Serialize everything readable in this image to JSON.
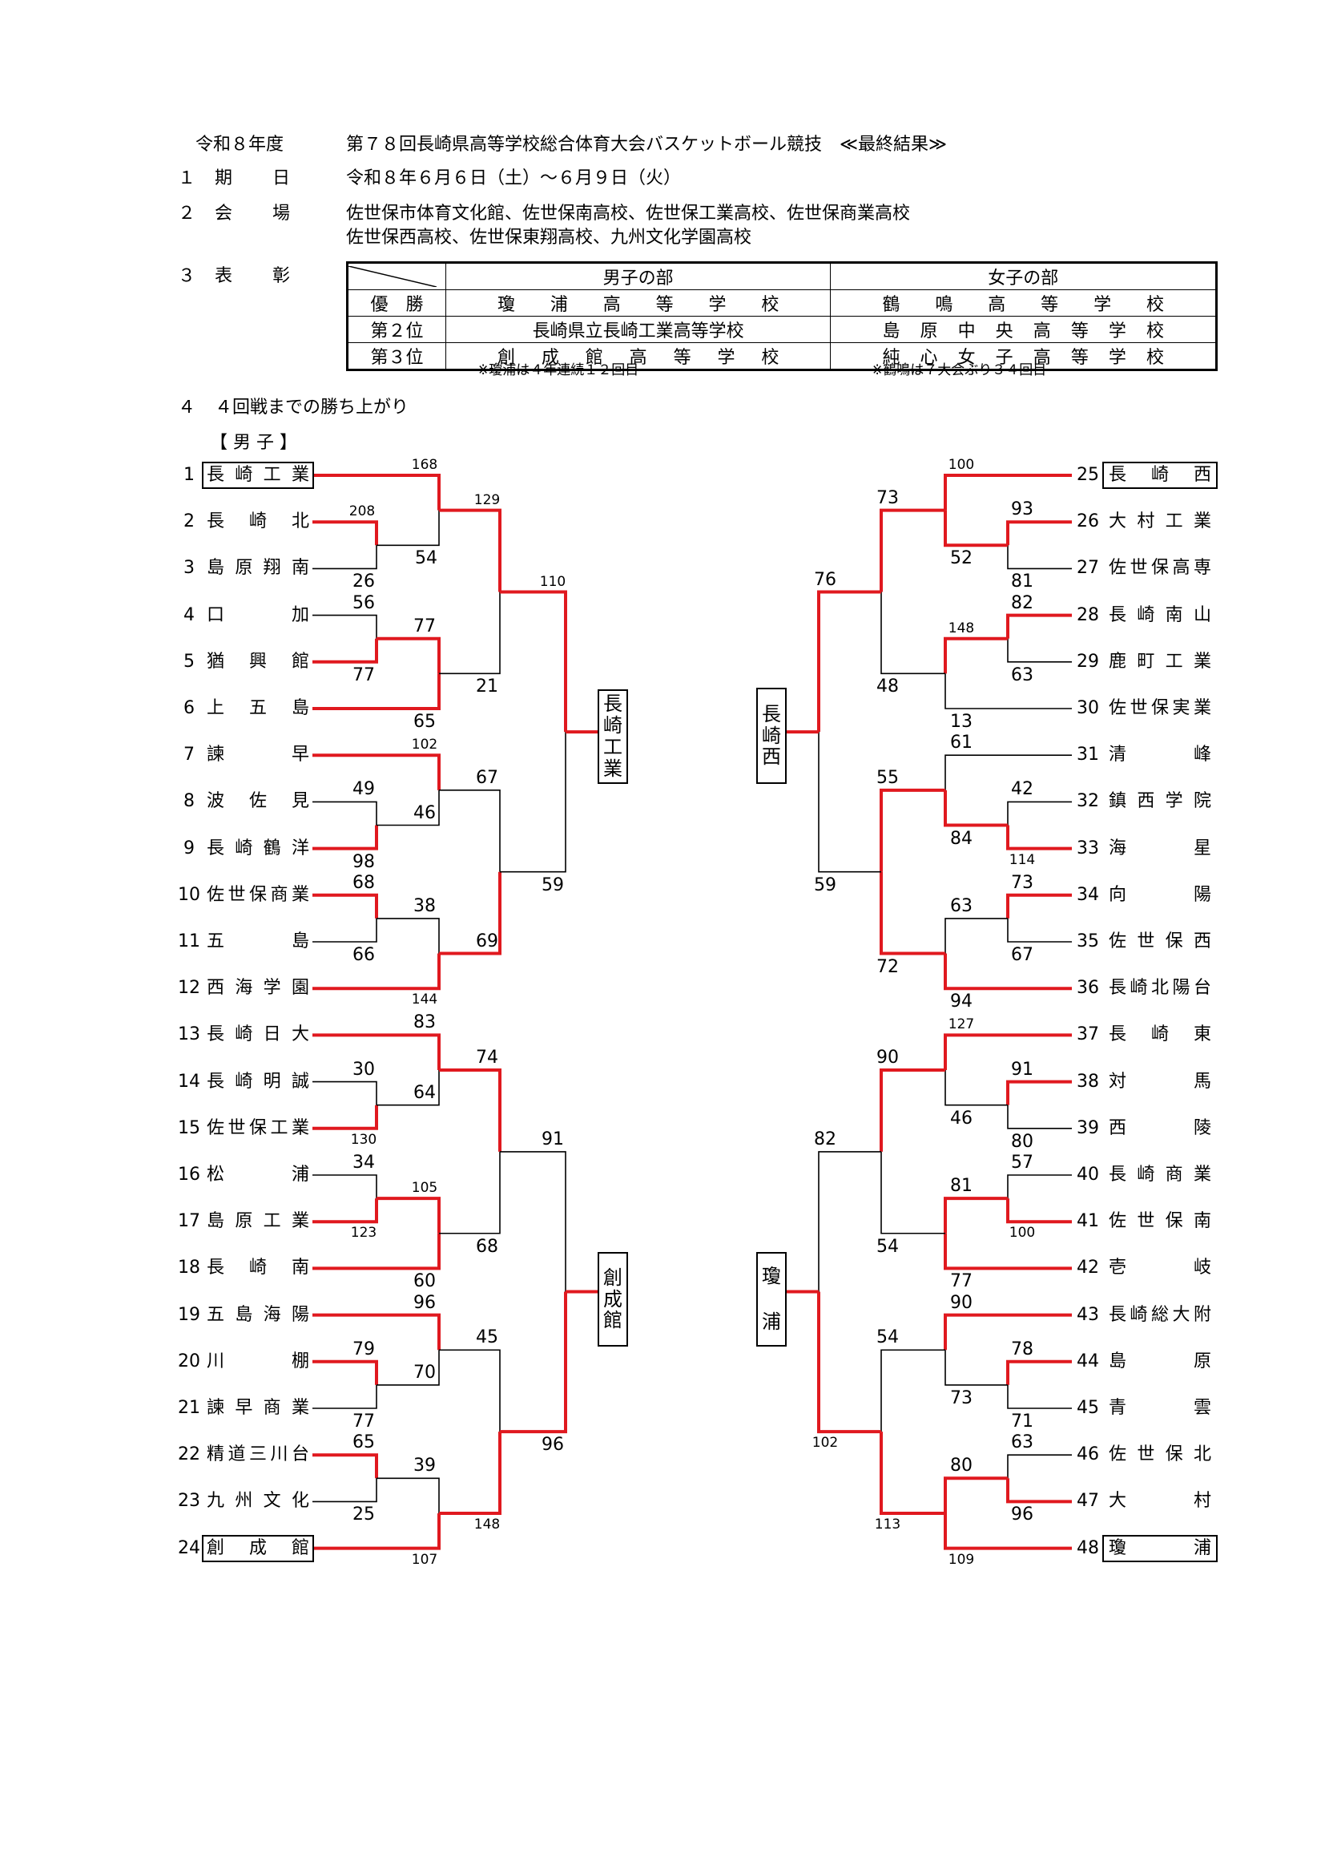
{
  "header": {
    "era": "令和８年度",
    "title": "第７８回長崎県高等学校総合体育大会バスケットボール競技　≪最終結果≫"
  },
  "sections": [
    {
      "no": "１",
      "label": "期　日",
      "lines": [
        "令和８年６月６日（土）～６月９日（火）"
      ]
    },
    {
      "no": "２",
      "label": "会　場",
      "lines": [
        "佐世保市体育文化館、佐世保南高校、佐世保工業高校、佐世保商業高校",
        "佐世保西高校、佐世保東翔高校、九州文化学園高校"
      ]
    },
    {
      "no": "３",
      "label": "表　彰",
      "lines": []
    }
  ],
  "awards": {
    "col_boys": "男子の部",
    "col_girls": "女子の部",
    "rows": [
      {
        "label": "優　勝",
        "boys": [
          "瓊",
          "浦",
          "高",
          "等",
          "学",
          "校"
        ],
        "girls": [
          "鶴",
          "鳴",
          "高",
          "等",
          "学",
          "校"
        ]
      },
      {
        "label": "第２位",
        "boys": [
          "長崎県立長崎工業高等学校"
        ],
        "girls": [
          "島",
          "原",
          "中",
          "央",
          "高",
          "等",
          "学",
          "校"
        ]
      },
      {
        "label": "第３位",
        "boys": [
          "創",
          "成",
          "館",
          "高",
          "等",
          "学",
          "校"
        ],
        "girls": [
          "純",
          "心",
          "女",
          "子",
          "高",
          "等",
          "学",
          "校"
        ]
      }
    ],
    "note_boys": "※瓊浦は４年連続１２回目",
    "note_girls": "※鶴鳴は７大会ぶり３４回目"
  },
  "section4": {
    "no": "４",
    "label": "４回戦までの勝ち上がり"
  },
  "bracket_title": "【 男 子 】",
  "teams_left": [
    {
      "no": "1",
      "name": [
        "長",
        "崎",
        "工",
        "業"
      ],
      "boxed": true
    },
    {
      "no": "2",
      "name": [
        "長",
        "崎",
        "北"
      ]
    },
    {
      "no": "3",
      "name": [
        "島",
        "原",
        "翔",
        "南"
      ]
    },
    {
      "no": "4",
      "name": [
        "口",
        "加"
      ]
    },
    {
      "no": "5",
      "name": [
        "猶",
        "興",
        "館"
      ]
    },
    {
      "no": "6",
      "name": [
        "上",
        "五",
        "島"
      ]
    },
    {
      "no": "7",
      "name": [
        "諫",
        "早"
      ]
    },
    {
      "no": "8",
      "name": [
        "波",
        "佐",
        "見"
      ]
    },
    {
      "no": "9",
      "name": [
        "長",
        "崎",
        "鶴",
        "洋"
      ]
    },
    {
      "no": "10",
      "name": [
        "佐",
        "世",
        "保",
        "商",
        "業"
      ]
    },
    {
      "no": "11",
      "name": [
        "五",
        "島"
      ]
    },
    {
      "no": "12",
      "name": [
        "西",
        "海",
        "学",
        "園"
      ]
    },
    {
      "no": "13",
      "name": [
        "長",
        "崎",
        "日",
        "大"
      ]
    },
    {
      "no": "14",
      "name": [
        "長",
        "崎",
        "明",
        "誠"
      ]
    },
    {
      "no": "15",
      "name": [
        "佐",
        "世",
        "保",
        "工",
        "業"
      ]
    },
    {
      "no": "16",
      "name": [
        "松",
        "浦"
      ]
    },
    {
      "no": "17",
      "name": [
        "島",
        "原",
        "工",
        "業"
      ]
    },
    {
      "no": "18",
      "name": [
        "長",
        "崎",
        "南"
      ]
    },
    {
      "no": "19",
      "name": [
        "五",
        "島",
        "海",
        "陽"
      ]
    },
    {
      "no": "20",
      "name": [
        "川",
        "棚"
      ]
    },
    {
      "no": "21",
      "name": [
        "諫",
        "早",
        "商",
        "業"
      ]
    },
    {
      "no": "22",
      "name": [
        "精",
        "道",
        "三",
        "川",
        "台"
      ]
    },
    {
      "no": "23",
      "name": [
        "九",
        "州",
        "文",
        "化"
      ]
    },
    {
      "no": "24",
      "name": [
        "創",
        "成",
        "館"
      ],
      "boxed": true
    }
  ],
  "teams_right": [
    {
      "no": "25",
      "name": [
        "長",
        "崎",
        "西"
      ],
      "boxed": true
    },
    {
      "no": "26",
      "name": [
        "大",
        "村",
        "工",
        "業"
      ]
    },
    {
      "no": "27",
      "name": [
        "佐",
        "世",
        "保",
        "高",
        "専"
      ]
    },
    {
      "no": "28",
      "name": [
        "長",
        "崎",
        "南",
        "山"
      ]
    },
    {
      "no": "29",
      "name": [
        "鹿",
        "町",
        "工",
        "業"
      ]
    },
    {
      "no": "30",
      "name": [
        "佐",
        "世",
        "保",
        "実",
        "業"
      ]
    },
    {
      "no": "31",
      "name": [
        "清",
        "峰"
      ]
    },
    {
      "no": "32",
      "name": [
        "鎮",
        "西",
        "学",
        "院"
      ]
    },
    {
      "no": "33",
      "name": [
        "海",
        "星"
      ]
    },
    {
      "no": "34",
      "name": [
        "向",
        "陽"
      ]
    },
    {
      "no": "35",
      "name": [
        "佐",
        "世",
        "保",
        "西"
      ]
    },
    {
      "no": "36",
      "name": [
        "長",
        "崎",
        "北",
        "陽",
        "台"
      ]
    },
    {
      "no": "37",
      "name": [
        "長",
        "崎",
        "東"
      ]
    },
    {
      "no": "38",
      "name": [
        "対",
        "馬"
      ]
    },
    {
      "no": "39",
      "name": [
        "西",
        "陵"
      ]
    },
    {
      "no": "40",
      "name": [
        "長",
        "崎",
        "商",
        "業"
      ]
    },
    {
      "no": "41",
      "name": [
        "佐",
        "世",
        "保",
        "南"
      ]
    },
    {
      "no": "42",
      "name": [
        "壱",
        "岐"
      ]
    },
    {
      "no": "43",
      "name": [
        "長",
        "崎",
        "総",
        "大",
        "附"
      ]
    },
    {
      "no": "44",
      "name": [
        "島",
        "原"
      ]
    },
    {
      "no": "45",
      "name": [
        "青",
        "雲"
      ]
    },
    {
      "no": "46",
      "name": [
        "佐",
        "世",
        "保",
        "北"
      ]
    },
    {
      "no": "47",
      "name": [
        "大",
        "村"
      ]
    },
    {
      "no": "48",
      "name": [
        "瓊",
        "浦"
      ],
      "boxed": true
    }
  ],
  "block_winners": {
    "left_top": "長崎工業",
    "left_bottom": "創成館",
    "right_top": "長崎西",
    "right_bottom": "瓊浦"
  },
  "scores": {
    "L": [
      "168",
      "208",
      "54",
      "26",
      "129",
      "56",
      "77",
      "77",
      "21",
      "65",
      "110",
      "102",
      "49",
      "46",
      "98",
      "67",
      "68",
      "38",
      "66",
      "69",
      "144",
      "59",
      "83",
      "30",
      "64",
      "130",
      "74",
      "34",
      "105",
      "123",
      "68",
      "60",
      "91",
      "96",
      "45",
      "79",
      "70",
      "77",
      "65",
      "39",
      "25",
      "148",
      "107",
      "96"
    ],
    "R": [
      "100",
      "93",
      "81",
      "73",
      "52",
      "82",
      "148",
      "63",
      "48",
      "13",
      "76",
      "61",
      "42",
      "55",
      "84",
      "114",
      "73",
      "63",
      "67",
      "72",
      "94",
      "59",
      "127",
      "91",
      "90",
      "80",
      "46",
      "57",
      "81",
      "100",
      "54",
      "77",
      "82",
      "90",
      "78",
      "54",
      "73",
      "71",
      "63",
      "80",
      "96",
      "113",
      "109",
      "102"
    ]
  },
  "colors": {
    "winner_line": "#e0191f",
    "line": "#000000"
  }
}
